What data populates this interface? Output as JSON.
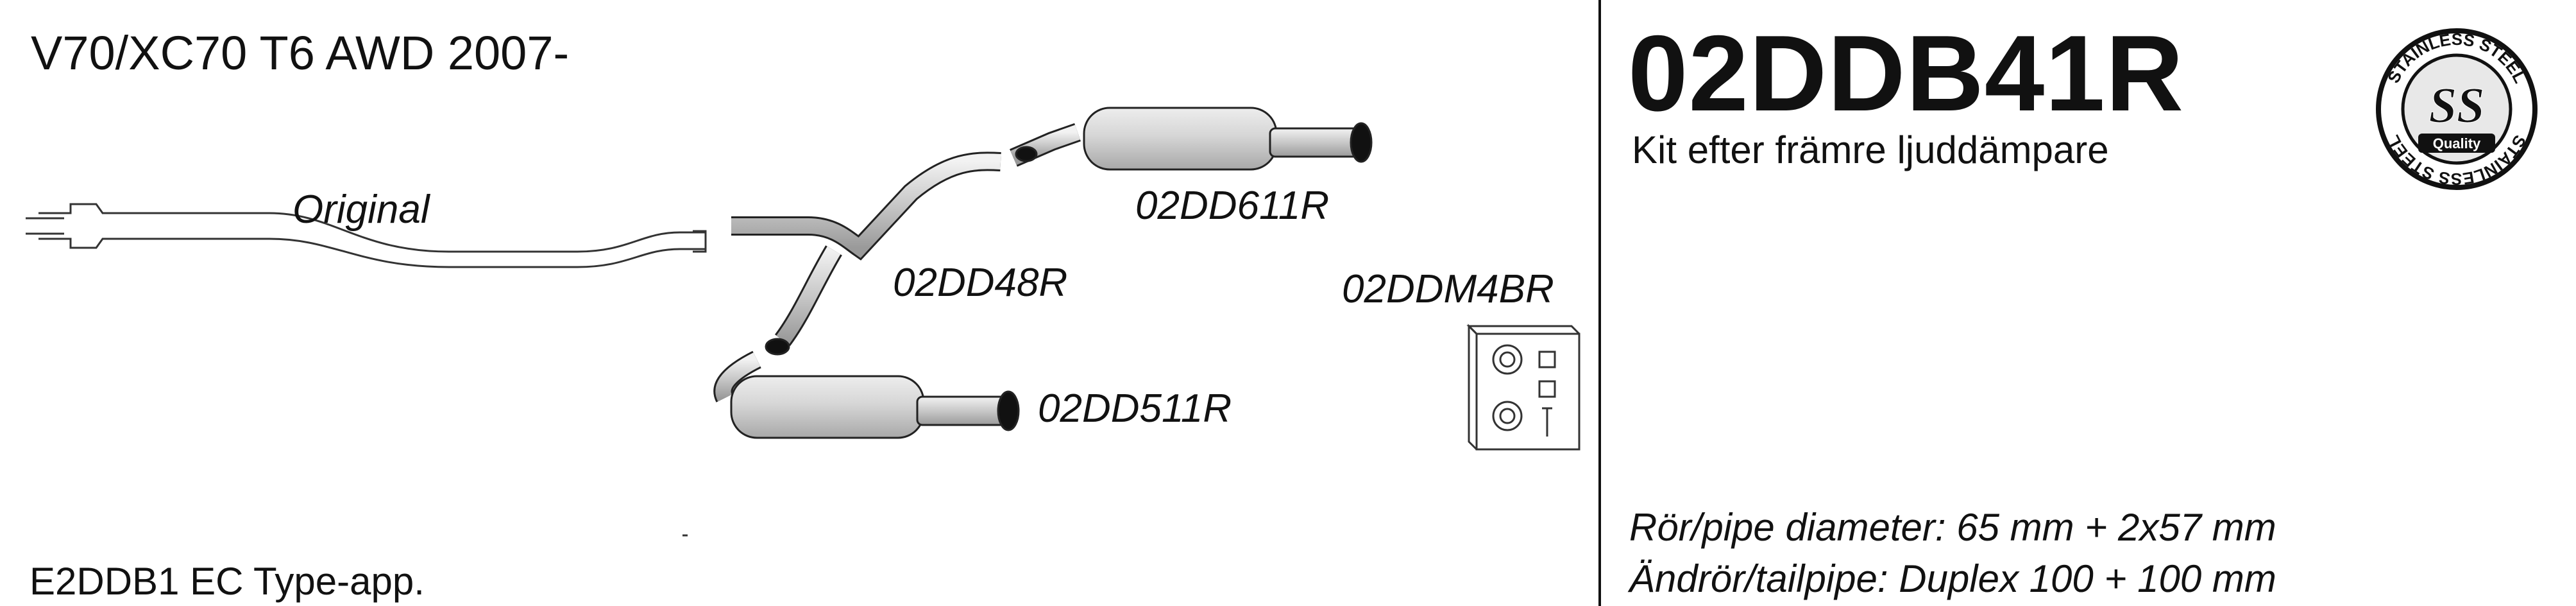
{
  "vehicle": "V70/XC70  T6  AWD      2007-",
  "labels": {
    "original": "Original",
    "front_pipe": "02DD48R",
    "upper_muffler": "02DD611R",
    "lower_muffler": "02DD511R",
    "mounting_kit": "02DDM4BR"
  },
  "homologation": "E2DDB1  EC Type-app.",
  "kit": {
    "code": "02DDB41R",
    "description": "Kit efter främre ljuddämpare"
  },
  "logo": {
    "ring_text": "STAINLESS STEEL",
    "initials": "SS",
    "tagline": "Quality"
  },
  "specs": {
    "pipe_diameter": "Rör/pipe diameter: 65 mm + 2x57 mm",
    "tailpipe": "Ändrör/tailpipe: Duplex 100 + 100 mm"
  },
  "icons": [
    "exhaust-diagram",
    "mounting-kit-icon",
    "stainless-steel-logo"
  ]
}
